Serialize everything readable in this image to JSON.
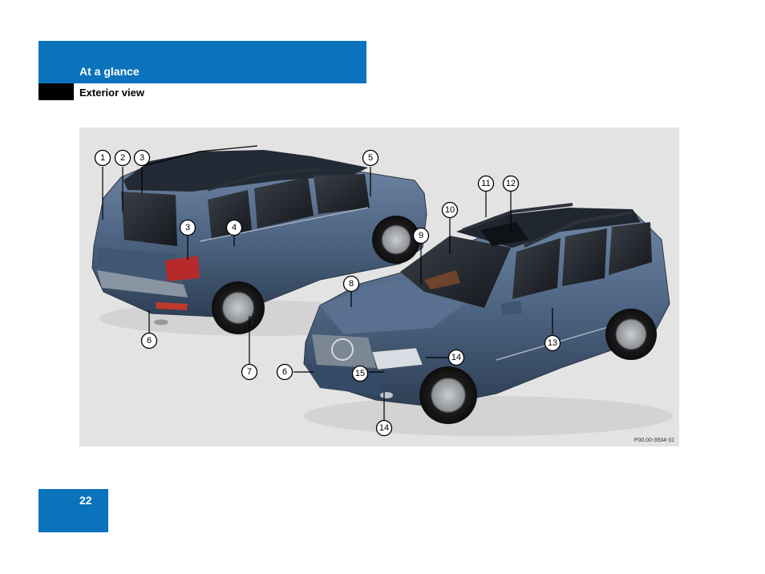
{
  "header": {
    "title": "At a glance"
  },
  "subheader": {
    "title": "Exterior view"
  },
  "figure": {
    "reference": "P00.00-3934-31",
    "callouts": [
      "1",
      "2",
      "3",
      "3",
      "4",
      "5",
      "6",
      "7",
      "8",
      "9",
      "10",
      "11",
      "12",
      "13",
      "14",
      "6",
      "15",
      "14"
    ]
  },
  "page": {
    "number": "22"
  },
  "colors": {
    "brand_blue": "#0a73bb",
    "figure_bg": "#e3e3e3",
    "car_body": "#4d6482"
  }
}
